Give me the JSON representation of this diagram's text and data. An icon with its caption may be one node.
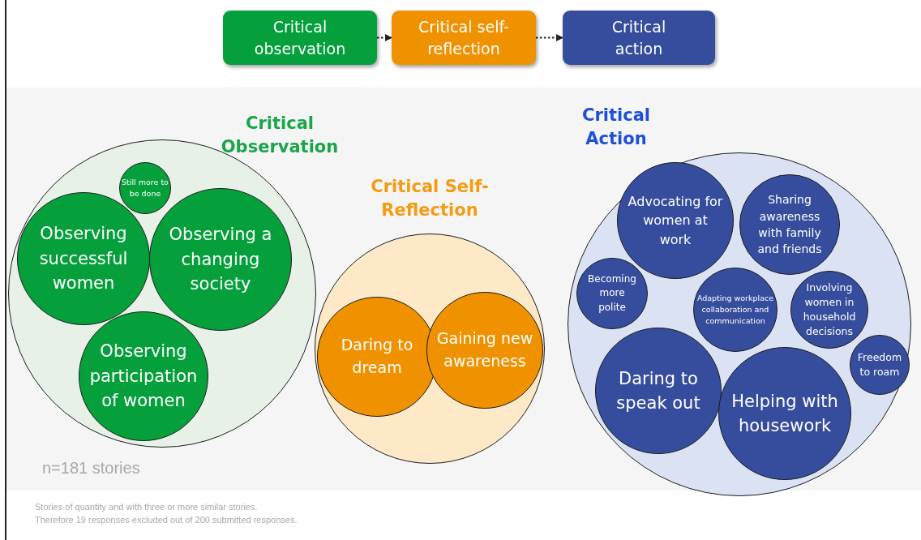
{
  "diagram": {
    "nodes": [
      {
        "text": [
          "Critical observation"
        ]
      },
      {
        "text": [
          "Critical self-reflection"
        ]
      },
      {
        "text": [
          "Critical action"
        ]
      },
      {
        "text": [
          "Critical Observation"
        ]
      },
      {
        "text": [
          "Still more to be done"
        ],
        "in": 3
      },
      {
        "text": [
          "Observing successful women"
        ],
        "in": 3
      },
      {
        "text": [
          "Observing a changing society"
        ],
        "in": 3
      },
      {
        "text": [
          "Observing participation of women"
        ],
        "in": 3
      },
      {
        "text": [
          "Critical Self-Reflection"
        ]
      },
      {
        "text": [
          "Daring to dream"
        ],
        "in": 8
      },
      {
        "text": [
          "Gaining new awareness"
        ],
        "in": 8
      },
      {
        "text": [
          "Critical Action"
        ]
      },
      {
        "text": [
          "Advocating for women at work"
        ],
        "in": 11
      },
      {
        "text": [
          "Sharing awareness with family and friends"
        ],
        "in": 11
      },
      {
        "text": [
          "Becoming more polite"
        ],
        "in": 11
      },
      {
        "text": [
          "Adapting workplace collaboration and communication"
        ],
        "in": 11
      },
      {
        "text": [
          "Involving women in household decisions"
        ],
        "in": 11
      },
      {
        "text": [
          "Freedom to roam"
        ],
        "in": 11
      },
      {
        "text": [
          "Daring to speak out"
        ],
        "in": 11
      },
      {
        "text": [
          "Helping with housework"
        ],
        "in": 11
      }
    ],
    "edges": [
      {
        "from": 0,
        "to": 1,
        "arrow": "to",
        "style": "dashed"
      },
      {
        "from": 1,
        "to": 2,
        "arrow": "to",
        "style": "dashed"
      }
    ],
    "labels": [
      "n=181 stories",
      "Stories of quantity and with three or more similar stories.",
      "Therefore 19 responses excluded out of 200 submitted responses."
    ]
  }
}
